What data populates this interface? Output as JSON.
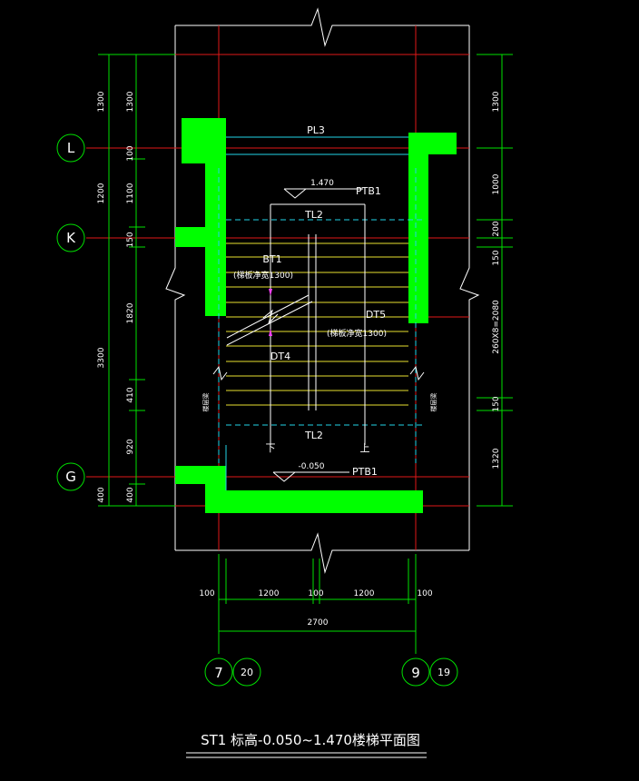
{
  "drawing": {
    "title": "ST1 标高-0.050~1.470楼梯平面图",
    "labels": {
      "pl3": "PL3",
      "level_top": "1.470",
      "ptb1_top": "PTB1",
      "tl2_top": "TL2",
      "bt1": "BT1",
      "bt1_note": "(梯板净宽1300)",
      "dt5": "DT5",
      "dt5_note": "(梯板净宽1300)",
      "dt4": "DT4",
      "tl2_bottom": "TL2",
      "down": "下",
      "up": "上",
      "level_bottom": "-0.050",
      "ptb1_bottom": "PTB1",
      "side_note_left": "楼层梁",
      "side_note_right": "楼层梁"
    },
    "grid_axes": {
      "L": "L",
      "K": "K",
      "G": "G",
      "ax7": "7",
      "ax20": "20",
      "ax9": "9",
      "ax19": "19"
    },
    "dims_left_outer": {
      "d1": "1300",
      "d2": "1200",
      "d3": "3300",
      "d4": "400"
    },
    "dims_left_inner": {
      "d1": "1300",
      "d2": "100",
      "d3": "1100",
      "d4": "150",
      "d5": "1820",
      "d6": "410",
      "d7": "920",
      "d8": "400"
    },
    "dims_right": {
      "d1": "1300",
      "d2": "1000",
      "d3": "200",
      "d4": "150",
      "d5": "260X8=2080",
      "d6": "150",
      "d7": "1320"
    },
    "dims_bottom": {
      "d1": "100",
      "d2": "1200",
      "d3": "100",
      "d4": "1200",
      "d5": "100",
      "total": "2700"
    }
  }
}
